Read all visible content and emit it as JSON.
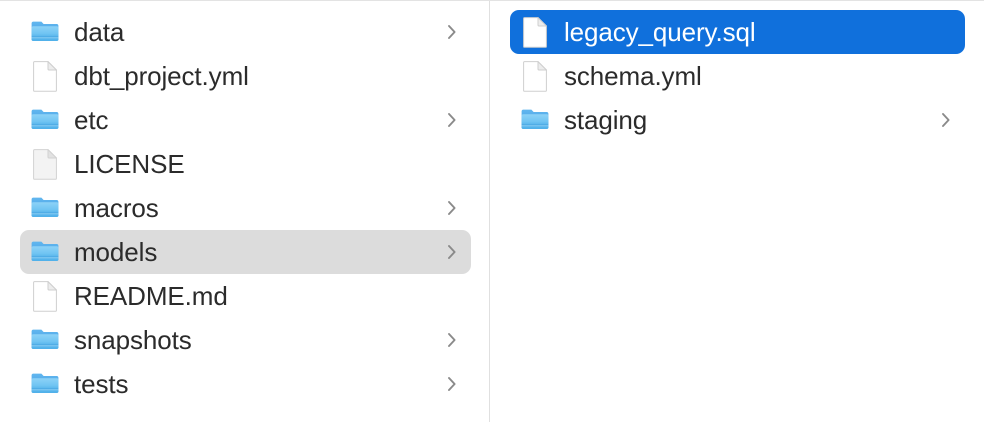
{
  "window": {
    "view_mode": "column",
    "background_color": "#ffffff",
    "divider_color": "#e0e0e0",
    "top_border_color": "#e3e3e3"
  },
  "selection": {
    "active_color": "#1070dc",
    "inactive_color": "#dcdcdc",
    "active_text_color": "#ffffff",
    "default_text_color": "#2b2b2b"
  },
  "icons": {
    "folder": "folder-icon",
    "file": "document-icon",
    "file_plain": "document-plain-icon",
    "disclosure": "chevron-right-icon"
  },
  "columns": [
    {
      "name": "parent-column",
      "items": [
        {
          "label": "data",
          "icon": "folder-icon",
          "kind": "folder",
          "has_chevron": true,
          "selected": false,
          "selection_state": "none"
        },
        {
          "label": "dbt_project.yml",
          "icon": "document-icon",
          "kind": "file",
          "has_chevron": false,
          "selected": false,
          "selection_state": "none"
        },
        {
          "label": "etc",
          "icon": "folder-icon",
          "kind": "folder",
          "has_chevron": true,
          "selected": false,
          "selection_state": "none"
        },
        {
          "label": "LICENSE",
          "icon": "document-plain-icon",
          "kind": "file",
          "has_chevron": false,
          "selected": false,
          "selection_state": "none"
        },
        {
          "label": "macros",
          "icon": "folder-icon",
          "kind": "folder",
          "has_chevron": true,
          "selected": false,
          "selection_state": "none"
        },
        {
          "label": "models",
          "icon": "folder-icon",
          "kind": "folder",
          "has_chevron": true,
          "selected": true,
          "selection_state": "inactive"
        },
        {
          "label": "README.md",
          "icon": "document-icon",
          "kind": "file",
          "has_chevron": false,
          "selected": false,
          "selection_state": "none"
        },
        {
          "label": "snapshots",
          "icon": "folder-icon",
          "kind": "folder",
          "has_chevron": true,
          "selected": false,
          "selection_state": "none"
        },
        {
          "label": "tests",
          "icon": "folder-icon",
          "kind": "folder",
          "has_chevron": true,
          "selected": false,
          "selection_state": "none"
        }
      ]
    },
    {
      "name": "child-column",
      "items": [
        {
          "label": "legacy_query.sql",
          "icon": "document-icon",
          "kind": "file",
          "has_chevron": false,
          "selected": true,
          "selection_state": "active"
        },
        {
          "label": "schema.yml",
          "icon": "document-icon",
          "kind": "file",
          "has_chevron": false,
          "selected": false,
          "selection_state": "none"
        },
        {
          "label": "staging",
          "icon": "folder-icon",
          "kind": "folder",
          "has_chevron": true,
          "selected": false,
          "selection_state": "none"
        }
      ]
    }
  ]
}
